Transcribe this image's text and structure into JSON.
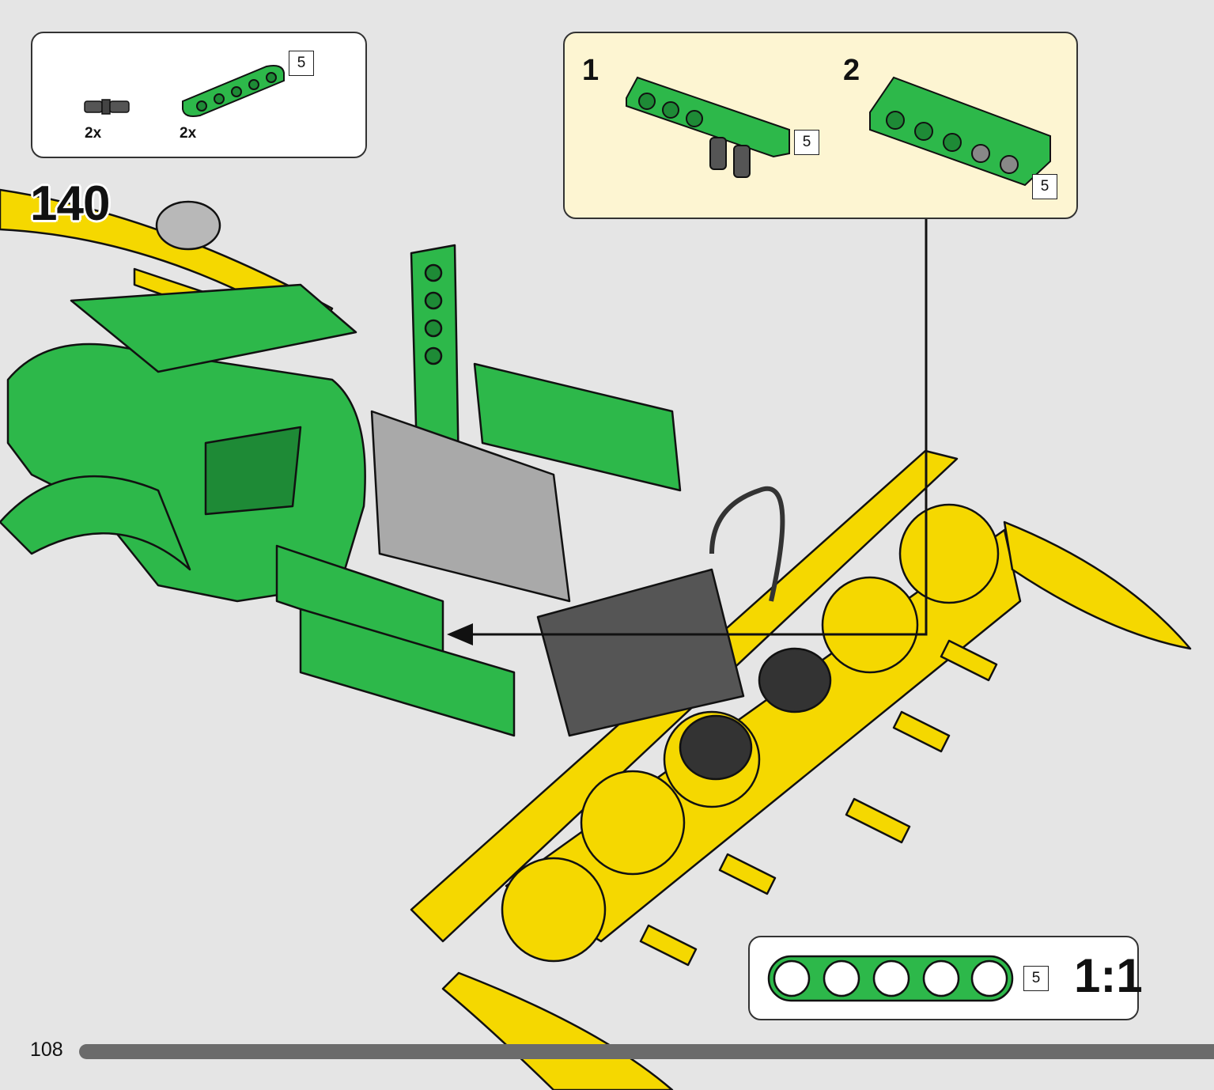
{
  "parts_list": {
    "items": [
      {
        "name": "pin-icon",
        "quantity": "2x"
      },
      {
        "name": "beam-icon",
        "quantity": "2x",
        "length": "5"
      }
    ]
  },
  "step": {
    "number": "140"
  },
  "substeps": [
    {
      "number": "1",
      "length": "5"
    },
    {
      "number": "2",
      "length": "5"
    }
  ],
  "scale_reference": {
    "length": "5",
    "scale": "1:1"
  },
  "page": {
    "number": "108"
  },
  "colors": {
    "green": "#2db84a",
    "yellow": "#f5d800",
    "subpanel_bg": "#fdf5d2",
    "page_bg": "#e5e5e5"
  }
}
